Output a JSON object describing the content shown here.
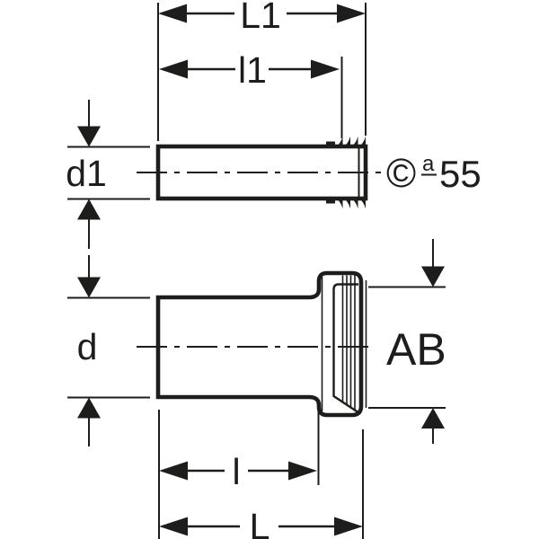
{
  "drawing": {
    "bg_color": "#ffffff",
    "ink_color": "#1d1d1b",
    "top_view": {
      "dim_outer_length": "L1",
      "dim_inner_length": "l1",
      "dim_diameter": "d1",
      "spec": {
        "symbol": "©",
        "ordinal": "a",
        "number": "55"
      }
    },
    "bottom_view": {
      "dim_diameter": "d",
      "ref_label": "AB",
      "dim_inner_length": "l",
      "dim_outer_length": "L"
    }
  }
}
